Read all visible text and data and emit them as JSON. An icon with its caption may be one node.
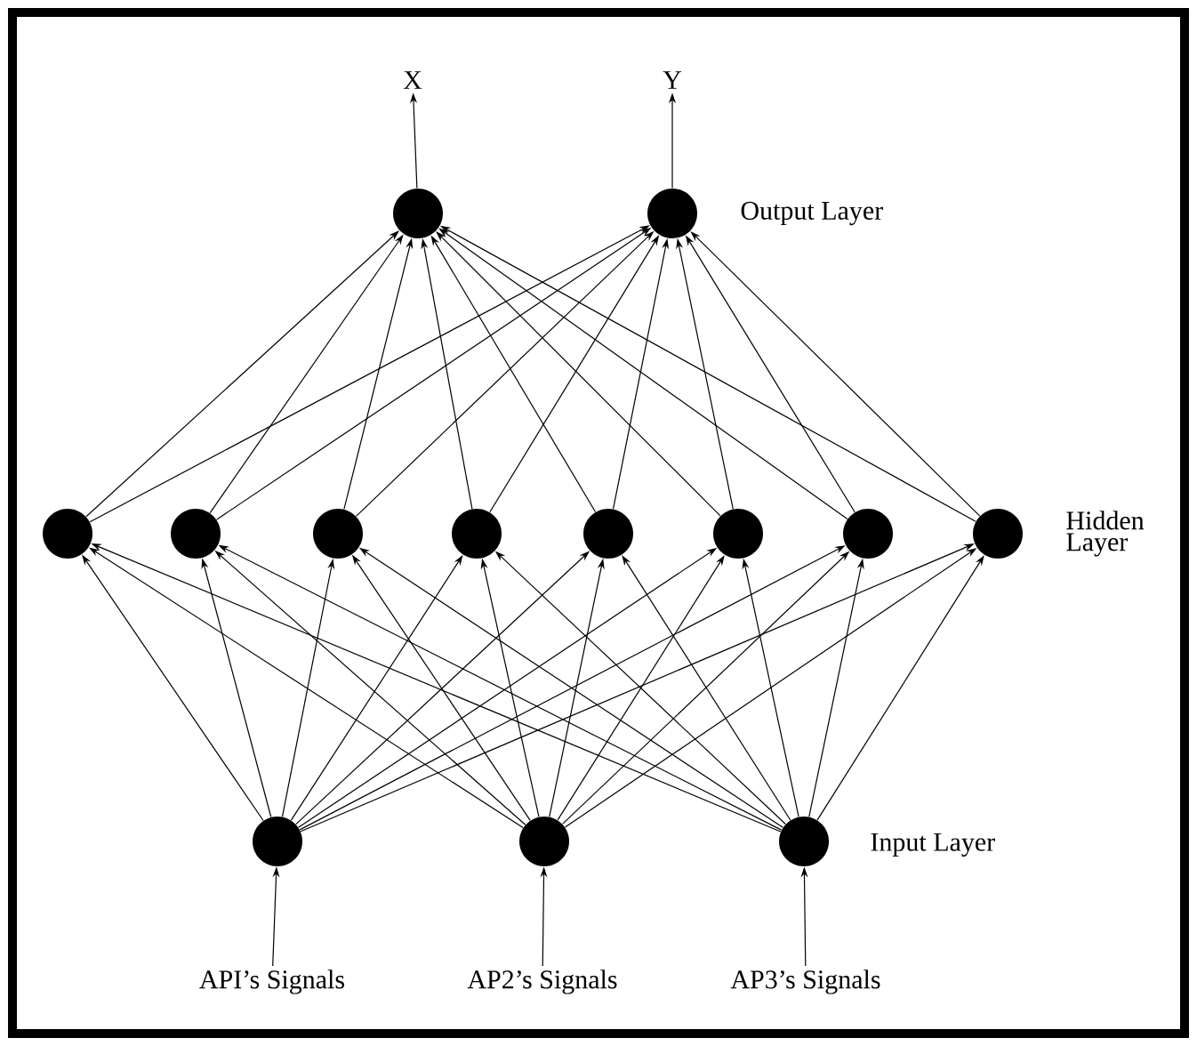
{
  "diagram": {
    "nodes": [
      {
        "text": [
          "X"
        ]
      },
      {
        "text": [
          "Y"
        ]
      },
      {
        "text": [],
        "shape": "circle"
      },
      {
        "text": [],
        "shape": "circle"
      },
      {
        "text": [],
        "shape": "circle"
      },
      {
        "text": [],
        "shape": "circle"
      },
      {
        "text": [],
        "shape": "circle"
      },
      {
        "text": [],
        "shape": "circle"
      },
      {
        "text": [],
        "shape": "circle"
      },
      {
        "text": [],
        "shape": "circle"
      },
      {
        "text": [],
        "shape": "circle"
      },
      {
        "text": [],
        "shape": "circle"
      },
      {
        "text": [],
        "shape": "circle"
      },
      {
        "text": [],
        "shape": "circle"
      },
      {
        "text": [],
        "shape": "circle"
      },
      {
        "text": [
          "API’s Signals"
        ]
      },
      {
        "text": [
          "AP2’s Signals"
        ]
      },
      {
        "text": [
          "AP3’s Signals"
        ]
      }
    ],
    "edges": [
      {
        "from": 2,
        "to": 0,
        "arrow": "to"
      },
      {
        "from": 3,
        "to": 1,
        "arrow": "to"
      },
      {
        "from": 4,
        "to": 2,
        "arrow": "to"
      },
      {
        "from": 4,
        "to": 3,
        "arrow": "to"
      },
      {
        "from": 5,
        "to": 2,
        "arrow": "to"
      },
      {
        "from": 5,
        "to": 3,
        "arrow": "to"
      },
      {
        "from": 6,
        "to": 2,
        "arrow": "to"
      },
      {
        "from": 6,
        "to": 3,
        "arrow": "to"
      },
      {
        "from": 7,
        "to": 2,
        "arrow": "to"
      },
      {
        "from": 7,
        "to": 3,
        "arrow": "to"
      },
      {
        "from": 8,
        "to": 2,
        "arrow": "to"
      },
      {
        "from": 8,
        "to": 3,
        "arrow": "to"
      },
      {
        "from": 9,
        "to": 2,
        "arrow": "to"
      },
      {
        "from": 9,
        "to": 3,
        "arrow": "to"
      },
      {
        "from": 10,
        "to": 2,
        "arrow": "to"
      },
      {
        "from": 10,
        "to": 3,
        "arrow": "to"
      },
      {
        "from": 11,
        "to": 2,
        "arrow": "to"
      },
      {
        "from": 11,
        "to": 3,
        "arrow": "to"
      },
      {
        "from": 12,
        "to": 4,
        "arrow": "to"
      },
      {
        "from": 12,
        "to": 5,
        "arrow": "to"
      },
      {
        "from": 12,
        "to": 6,
        "arrow": "to"
      },
      {
        "from": 12,
        "to": 7,
        "arrow": "to"
      },
      {
        "from": 12,
        "to": 8,
        "arrow": "to"
      },
      {
        "from": 12,
        "to": 9,
        "arrow": "to"
      },
      {
        "from": 12,
        "to": 10,
        "arrow": "to"
      },
      {
        "from": 12,
        "to": 11,
        "arrow": "to"
      },
      {
        "from": 13,
        "to": 4,
        "arrow": "to"
      },
      {
        "from": 13,
        "to": 5,
        "arrow": "to"
      },
      {
        "from": 13,
        "to": 6,
        "arrow": "to"
      },
      {
        "from": 13,
        "to": 7,
        "arrow": "to"
      },
      {
        "from": 13,
        "to": 8,
        "arrow": "to"
      },
      {
        "from": 13,
        "to": 9,
        "arrow": "to"
      },
      {
        "from": 13,
        "to": 10,
        "arrow": "to"
      },
      {
        "from": 13,
        "to": 11,
        "arrow": "to"
      },
      {
        "from": 14,
        "to": 4,
        "arrow": "to"
      },
      {
        "from": 14,
        "to": 5,
        "arrow": "to"
      },
      {
        "from": 14,
        "to": 6,
        "arrow": "to"
      },
      {
        "from": 14,
        "to": 7,
        "arrow": "to"
      },
      {
        "from": 14,
        "to": 8,
        "arrow": "to"
      },
      {
        "from": 14,
        "to": 9,
        "arrow": "to"
      },
      {
        "from": 14,
        "to": 10,
        "arrow": "to"
      },
      {
        "from": 14,
        "to": 11,
        "arrow": "to"
      },
      {
        "from": 15,
        "to": 12,
        "arrow": "to"
      },
      {
        "from": 16,
        "to": 13,
        "arrow": "to"
      },
      {
        "from": 17,
        "to": 14,
        "arrow": "to"
      }
    ],
    "labels": [
      "Output Layer",
      "Hidden Layer",
      "Input Layer"
    ]
  }
}
